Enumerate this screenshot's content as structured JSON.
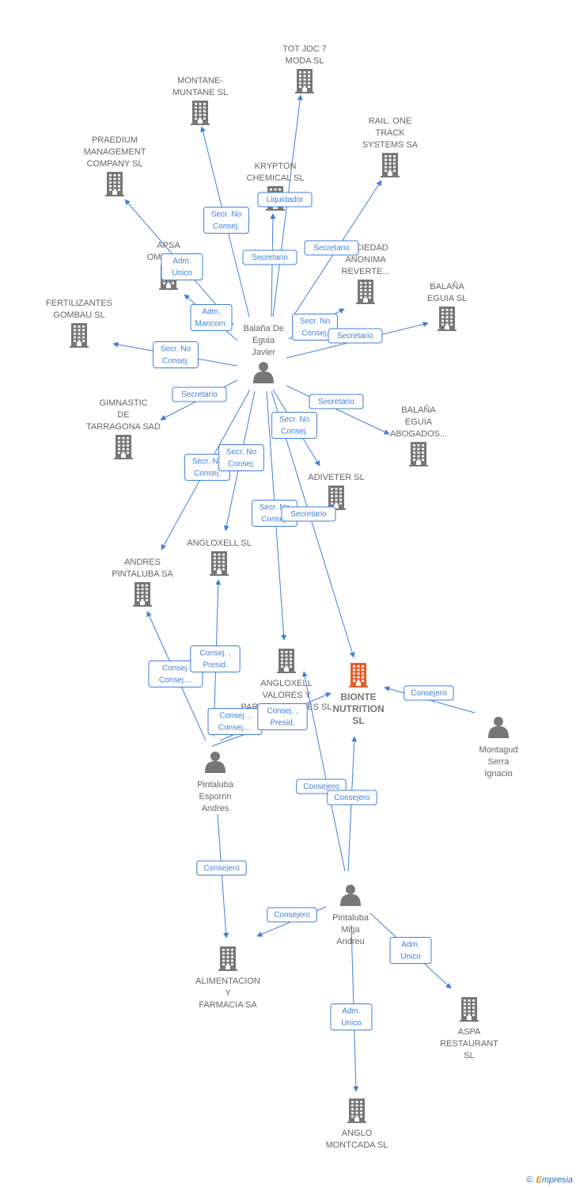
{
  "colors": {
    "building": "#777777",
    "focus_building": "#f05a28",
    "person": "#777777",
    "edge": "#3f7fd8"
  },
  "nodes": [
    {
      "id": "totjoc",
      "type": "company",
      "label": [
        "TOT JOC 7",
        "MODA SL"
      ]
    },
    {
      "id": "montane",
      "type": "company",
      "label": [
        "MONTANE-",
        "MUNTANE SL"
      ]
    },
    {
      "id": "rail",
      "type": "company",
      "label": [
        "RAIL. ONE",
        "TRACK",
        "SYSTEMS SA"
      ]
    },
    {
      "id": "praedium",
      "type": "company",
      "label": [
        "PRAEDIUM",
        "MANAGEMENT",
        "COMPANY SL"
      ]
    },
    {
      "id": "krypton",
      "type": "company",
      "label": [
        "KRYPTON",
        "CHEMICAL SL"
      ]
    },
    {
      "id": "apsa",
      "type": "company",
      "label": [
        "APSA",
        "OMEAT SL"
      ]
    },
    {
      "id": "sociedad",
      "type": "company",
      "label": [
        "SOCIEDAD",
        "ANONIMA",
        "REVERTE..."
      ]
    },
    {
      "id": "balanaeguia",
      "type": "company",
      "label": [
        "BALAÑA",
        "EGUIA SL"
      ]
    },
    {
      "id": "fertilizantes",
      "type": "company",
      "label": [
        "FERTILIZANTES",
        "GOMBAU SL"
      ]
    },
    {
      "id": "gimnastic",
      "type": "company",
      "label": [
        "GIMNASTIC",
        "DE",
        "TARRAGONA SAD"
      ]
    },
    {
      "id": "balanaabog",
      "type": "company",
      "label": [
        "BALAÑA",
        "EGUIA",
        "ABOGADOS..."
      ]
    },
    {
      "id": "adiveter",
      "type": "company",
      "label": [
        "ADIVETER SL"
      ]
    },
    {
      "id": "angloxell",
      "type": "company",
      "label": [
        "ANGLOXELL SL"
      ]
    },
    {
      "id": "andres",
      "type": "company",
      "label": [
        "ANDRES",
        "PINTALUBA SA"
      ]
    },
    {
      "id": "angloxellvp",
      "type": "company",
      "label": [
        "ANGLOXELL",
        "VALORES Y",
        "PARTICIPACIONES SL"
      ]
    },
    {
      "id": "bionte",
      "type": "focus",
      "label": [
        "BIONTE",
        "NUTRITION",
        "SL"
      ]
    },
    {
      "id": "alimentacion",
      "type": "company",
      "label": [
        "ALIMENTACION",
        "Y",
        "FARMACIA SA"
      ]
    },
    {
      "id": "aspa",
      "type": "company",
      "label": [
        "ASPA",
        "RESTAURANT",
        "SL"
      ]
    },
    {
      "id": "anglo",
      "type": "company",
      "label": [
        "ANGLO",
        "MONTCADA SL"
      ]
    },
    {
      "id": "balanajavier",
      "type": "person",
      "label": [
        "Balaña De",
        "Eguia",
        "Javier"
      ]
    },
    {
      "id": "montagud",
      "type": "person",
      "label": [
        "Montagud",
        "Serra",
        "Ignacio"
      ]
    },
    {
      "id": "pintalubaesp",
      "type": "person",
      "label": [
        "Pintaluba",
        "Esporrin",
        "Andres"
      ]
    },
    {
      "id": "pintalubamitja",
      "type": "person",
      "label": [
        "Pintaluba",
        "Mitja",
        "Andreu"
      ]
    }
  ],
  "edges": [
    {
      "from": "balanajavier",
      "to": "totjoc",
      "label": [
        "Liquidador"
      ]
    },
    {
      "from": "balanajavier",
      "to": "montane",
      "label": [
        "Secr. No",
        "Consej."
      ]
    },
    {
      "from": "balanajavier",
      "to": "krypton",
      "label": [
        "Secretario"
      ]
    },
    {
      "from": "balanajavier",
      "to": "rail",
      "label": [
        "Secretario"
      ]
    },
    {
      "from": "balanajavier",
      "to": "praedium",
      "label": [
        "Adm.",
        "Unico"
      ]
    },
    {
      "from": "balanajavier",
      "to": "apsa",
      "label": [
        "Adm.",
        "Mancom."
      ]
    },
    {
      "from": "balanajavier",
      "to": "sociedad",
      "label": [
        "Secr. No",
        "Consej."
      ]
    },
    {
      "from": "balanajavier",
      "to": "balanaeguia",
      "label": [
        "Secretario"
      ]
    },
    {
      "from": "balanajavier",
      "to": "fertilizantes",
      "label": [
        "Secr. No",
        "Consej."
      ]
    },
    {
      "from": "balanajavier",
      "to": "gimnastic",
      "label": [
        "Secretario"
      ]
    },
    {
      "from": "balanajavier",
      "to": "balanaabog",
      "label": [
        "Secretario"
      ]
    },
    {
      "from": "balanajavier",
      "to": "adiveter",
      "label": [
        "Secr. No",
        "Consej."
      ]
    },
    {
      "from": "balanajavier",
      "to": "andres",
      "label": [
        "Secr. No",
        "Consej."
      ]
    },
    {
      "from": "balanajavier",
      "to": "angloxell",
      "label": [
        "Secr. No",
        "Consej."
      ]
    },
    {
      "from": "balanajavier",
      "to": "angloxellvp",
      "label": [
        "Secr. No",
        "Consej."
      ]
    },
    {
      "from": "balanajavier",
      "to": "bionte",
      "label": [
        "Secretario"
      ]
    },
    {
      "from": "montagud",
      "to": "bionte",
      "label": [
        "Consejero"
      ]
    },
    {
      "from": "pintalubaesp",
      "to": "andres",
      "label": [
        "Consej.",
        "Consej...."
      ]
    },
    {
      "from": "pintalubaesp",
      "to": "angloxell",
      "label": [
        "Consej. ,",
        "Presid."
      ]
    },
    {
      "from": "pintalubaesp",
      "to": "angloxellvp",
      "label": [
        "Consej. ,",
        "Consej...."
      ]
    },
    {
      "from": "pintalubaesp",
      "to": "bionte",
      "label": [
        "Consej. ,",
        "Presid."
      ]
    },
    {
      "from": "pintalubaesp",
      "to": "alimentacion",
      "label": [
        "Consejero"
      ]
    },
    {
      "from": "pintalubamitja",
      "to": "angloxellvp",
      "label": [
        "Consejero"
      ]
    },
    {
      "from": "pintalubamitja",
      "to": "bionte",
      "label": [
        "Consejero"
      ]
    },
    {
      "from": "pintalubamitja",
      "to": "alimentacion",
      "label": [
        "Consejero"
      ]
    },
    {
      "from": "pintalubamitja",
      "to": "aspa",
      "label": [
        "Adm.",
        "Unico"
      ]
    },
    {
      "from": "pintalubamitja",
      "to": "anglo",
      "label": [
        "Adm.",
        "Unico"
      ]
    }
  ],
  "footer": {
    "copyright_symbol": "©",
    "brand_first": "E",
    "brand_rest": "mpresia"
  }
}
